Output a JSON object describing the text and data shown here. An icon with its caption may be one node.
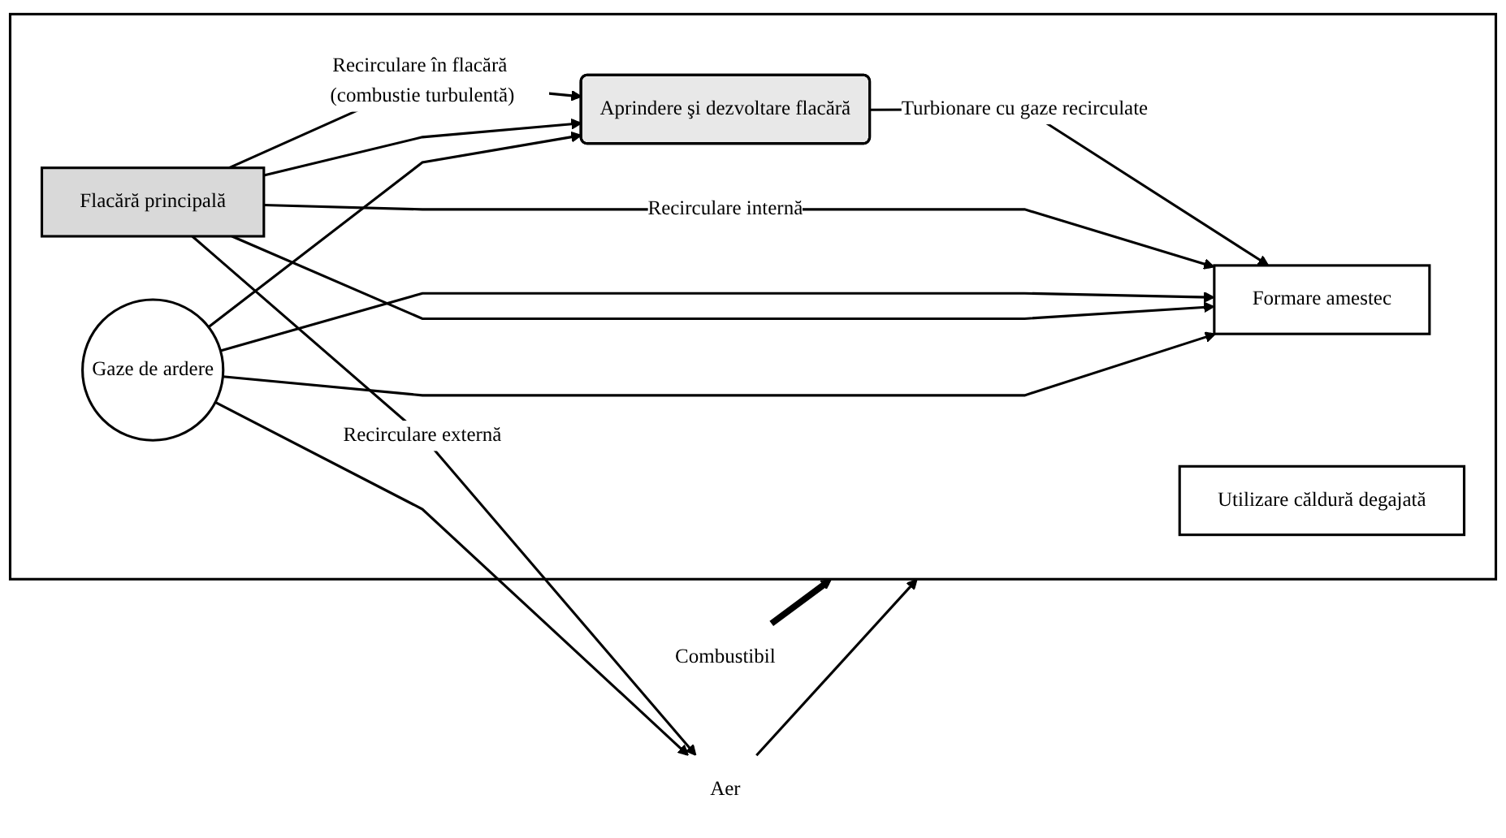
{
  "diagram": {
    "nodes": [
      {
        "text": [],
        "shape": "box"
      },
      {
        "text": [
          "Combustibil"
        ]
      },
      {
        "text": [
          "Aer"
        ]
      },
      {
        "text": [
          "Formare amestec"
        ],
        "in": 0
      },
      {
        "text": [
          "Aprindere şi dezvoltare flacără"
        ],
        "in": 0
      },
      {
        "text": [
          "Flacără principală"
        ],
        "in": 0
      },
      {
        "text": [
          "Utilizare căldură degajată"
        ],
        "in": 0
      },
      {
        "text": [
          "Gaze de ardere"
        ],
        "in": 0
      }
    ],
    "edges": [
      {
        "from": 1,
        "to": 0,
        "arrow": "to",
        "style": "thick"
      },
      {
        "from": 2,
        "to": 0,
        "arrow": "to"
      },
      {
        "from": 4,
        "to": 3,
        "arrow": "to",
        "label": "Turbionare cu gaze recirculate"
      },
      {
        "from": 5,
        "to": 4,
        "arrow": "to",
        "label": "Recirculare în flacără (combustie turbulentă)"
      },
      {
        "from": 5,
        "to": 3,
        "arrow": "to",
        "label": "Recirculare internă"
      },
      {
        "from": 5,
        "to": 4,
        "arrow": "to"
      },
      {
        "from": 7,
        "to": 3,
        "arrow": "to"
      },
      {
        "from": 7,
        "to": 4,
        "arrow": "to"
      },
      {
        "from": 5,
        "to": 2,
        "arrow": "to",
        "label": "Recirculare externă"
      },
      {
        "from": 5,
        "to": 3,
        "arrow": "to"
      },
      {
        "from": 7,
        "to": 2,
        "arrow": "to"
      },
      {
        "from": 7,
        "to": 3,
        "arrow": "to"
      }
    ]
  }
}
